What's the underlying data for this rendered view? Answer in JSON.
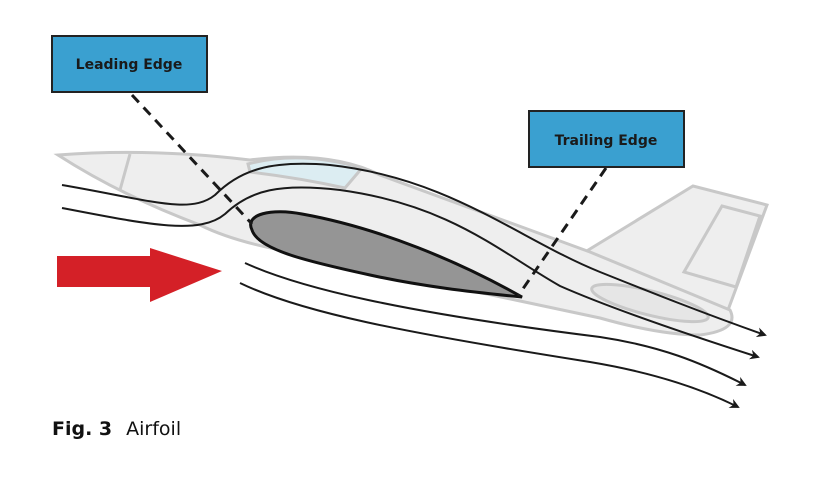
{
  "labels": {
    "leading_edge": "Leading Edge",
    "trailing_edge": "Trailing Edge"
  },
  "caption": {
    "fig": "Fig. 3",
    "title": "Airfoil"
  },
  "colors": {
    "label_box": "#3aa0d0",
    "arrow": "#d42027",
    "airfoil": "#959595",
    "fuselage": "#eeeeee",
    "canopy": "#dcedf2"
  }
}
